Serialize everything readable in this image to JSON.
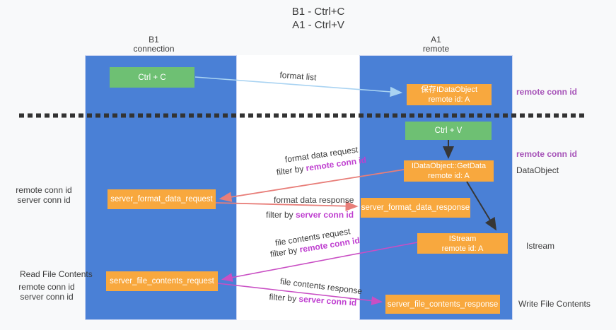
{
  "title": {
    "line1": "B1 - Ctrl+C",
    "line2": "A1 - Ctrl+V"
  },
  "columns": {
    "left": {
      "title": "B1",
      "subtitle": "connection"
    },
    "right": {
      "title": "A1",
      "subtitle": "remote"
    }
  },
  "nodes": {
    "ctrl_c": {
      "label": "Ctrl + C"
    },
    "save_dataobject": {
      "line1": "保存IDataObject",
      "line2": "remote id: A"
    },
    "ctrl_v": {
      "label": "Ctrl + V"
    },
    "getdata": {
      "line1": "IDataObject::GetData",
      "line2": "remote id: A"
    },
    "server_format_data_request": {
      "label": "server_format_data_request"
    },
    "server_format_data_response": {
      "label": "server_format_data_response"
    },
    "istream": {
      "line1": "IStream",
      "line2": "remote id: A"
    },
    "server_file_contents_request": {
      "label": "server_file_contents_request"
    },
    "server_file_contents_response": {
      "label": "server_file_contents_response"
    }
  },
  "arrow_labels": {
    "format_list": "format list",
    "format_data_request": "format data request",
    "format_data_response": "format data response",
    "file_contents_request": "file contents request",
    "file_contents_response": "file contents response",
    "filter_by": "filter by",
    "remote_conn_id": "remote conn id",
    "server_conn_id": "server conn id"
  },
  "side_labels": {
    "remote_conn_id": "remote conn id",
    "server_conn_id": "server conn id",
    "dataobject": "DataObject",
    "istream": "Istream",
    "read_file_contents": "Read File Contents",
    "write_file_contents": "Write File Contents"
  },
  "colors": {
    "page_bg": "#f8f9fa",
    "panel_bg": "#ffffff",
    "column_blue": "#4a80d6",
    "column_border": "#cdd7f2",
    "box_green": "#6ec073",
    "box_orange": "#f8a83e",
    "box_text": "#ffffff",
    "text_dark": "#3c3c3c",
    "arrow_lightblue": "#a9d3f2",
    "arrow_black": "#363636",
    "arrow_salmon": "#e87e79",
    "arrow_magenta": "#c94fc4",
    "label_purple": "#a653b8",
    "label_green": "#58b55f",
    "filter_magenta": "#bf3fd0",
    "dashed_line": "#333333"
  }
}
